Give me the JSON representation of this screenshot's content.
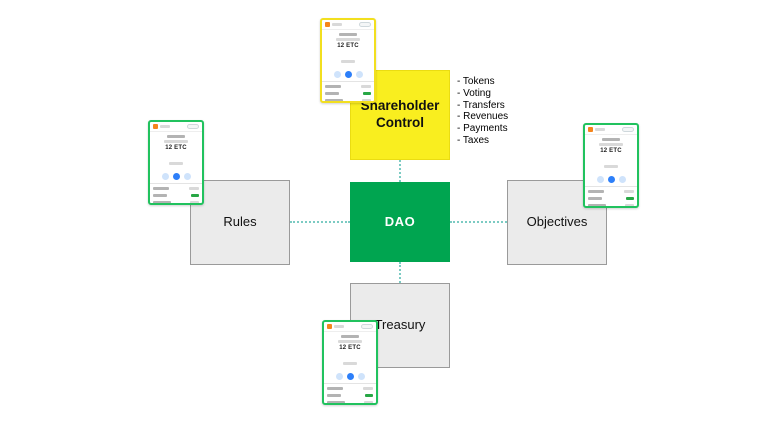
{
  "diagram": {
    "nodes": {
      "shareholder": {
        "label": "Shareholder Control"
      },
      "dao": {
        "label": "DAO"
      },
      "rules": {
        "label": "Rules"
      },
      "objectives": {
        "label": "Objectives"
      },
      "treasury": {
        "label": "Treasury"
      }
    },
    "feature_list": {
      "items": [
        "- Tokens",
        "- Voting",
        "- Transfers",
        "- Revenues",
        "- Payments",
        "- Taxes"
      ]
    },
    "colors": {
      "dao_green": "#00a550",
      "highlight_yellow": "#f9ee1f",
      "box_gray": "#ebebeb",
      "connector_teal": "#7ccbc3",
      "wallet_border_green": "#21c25e",
      "wallet_border_yellow": "#f2df1f",
      "wallet_logo_orange": "#f6851b",
      "wallet_action_blue": "#2d7ff9"
    }
  },
  "wallet": {
    "balance": "12 ETC"
  }
}
